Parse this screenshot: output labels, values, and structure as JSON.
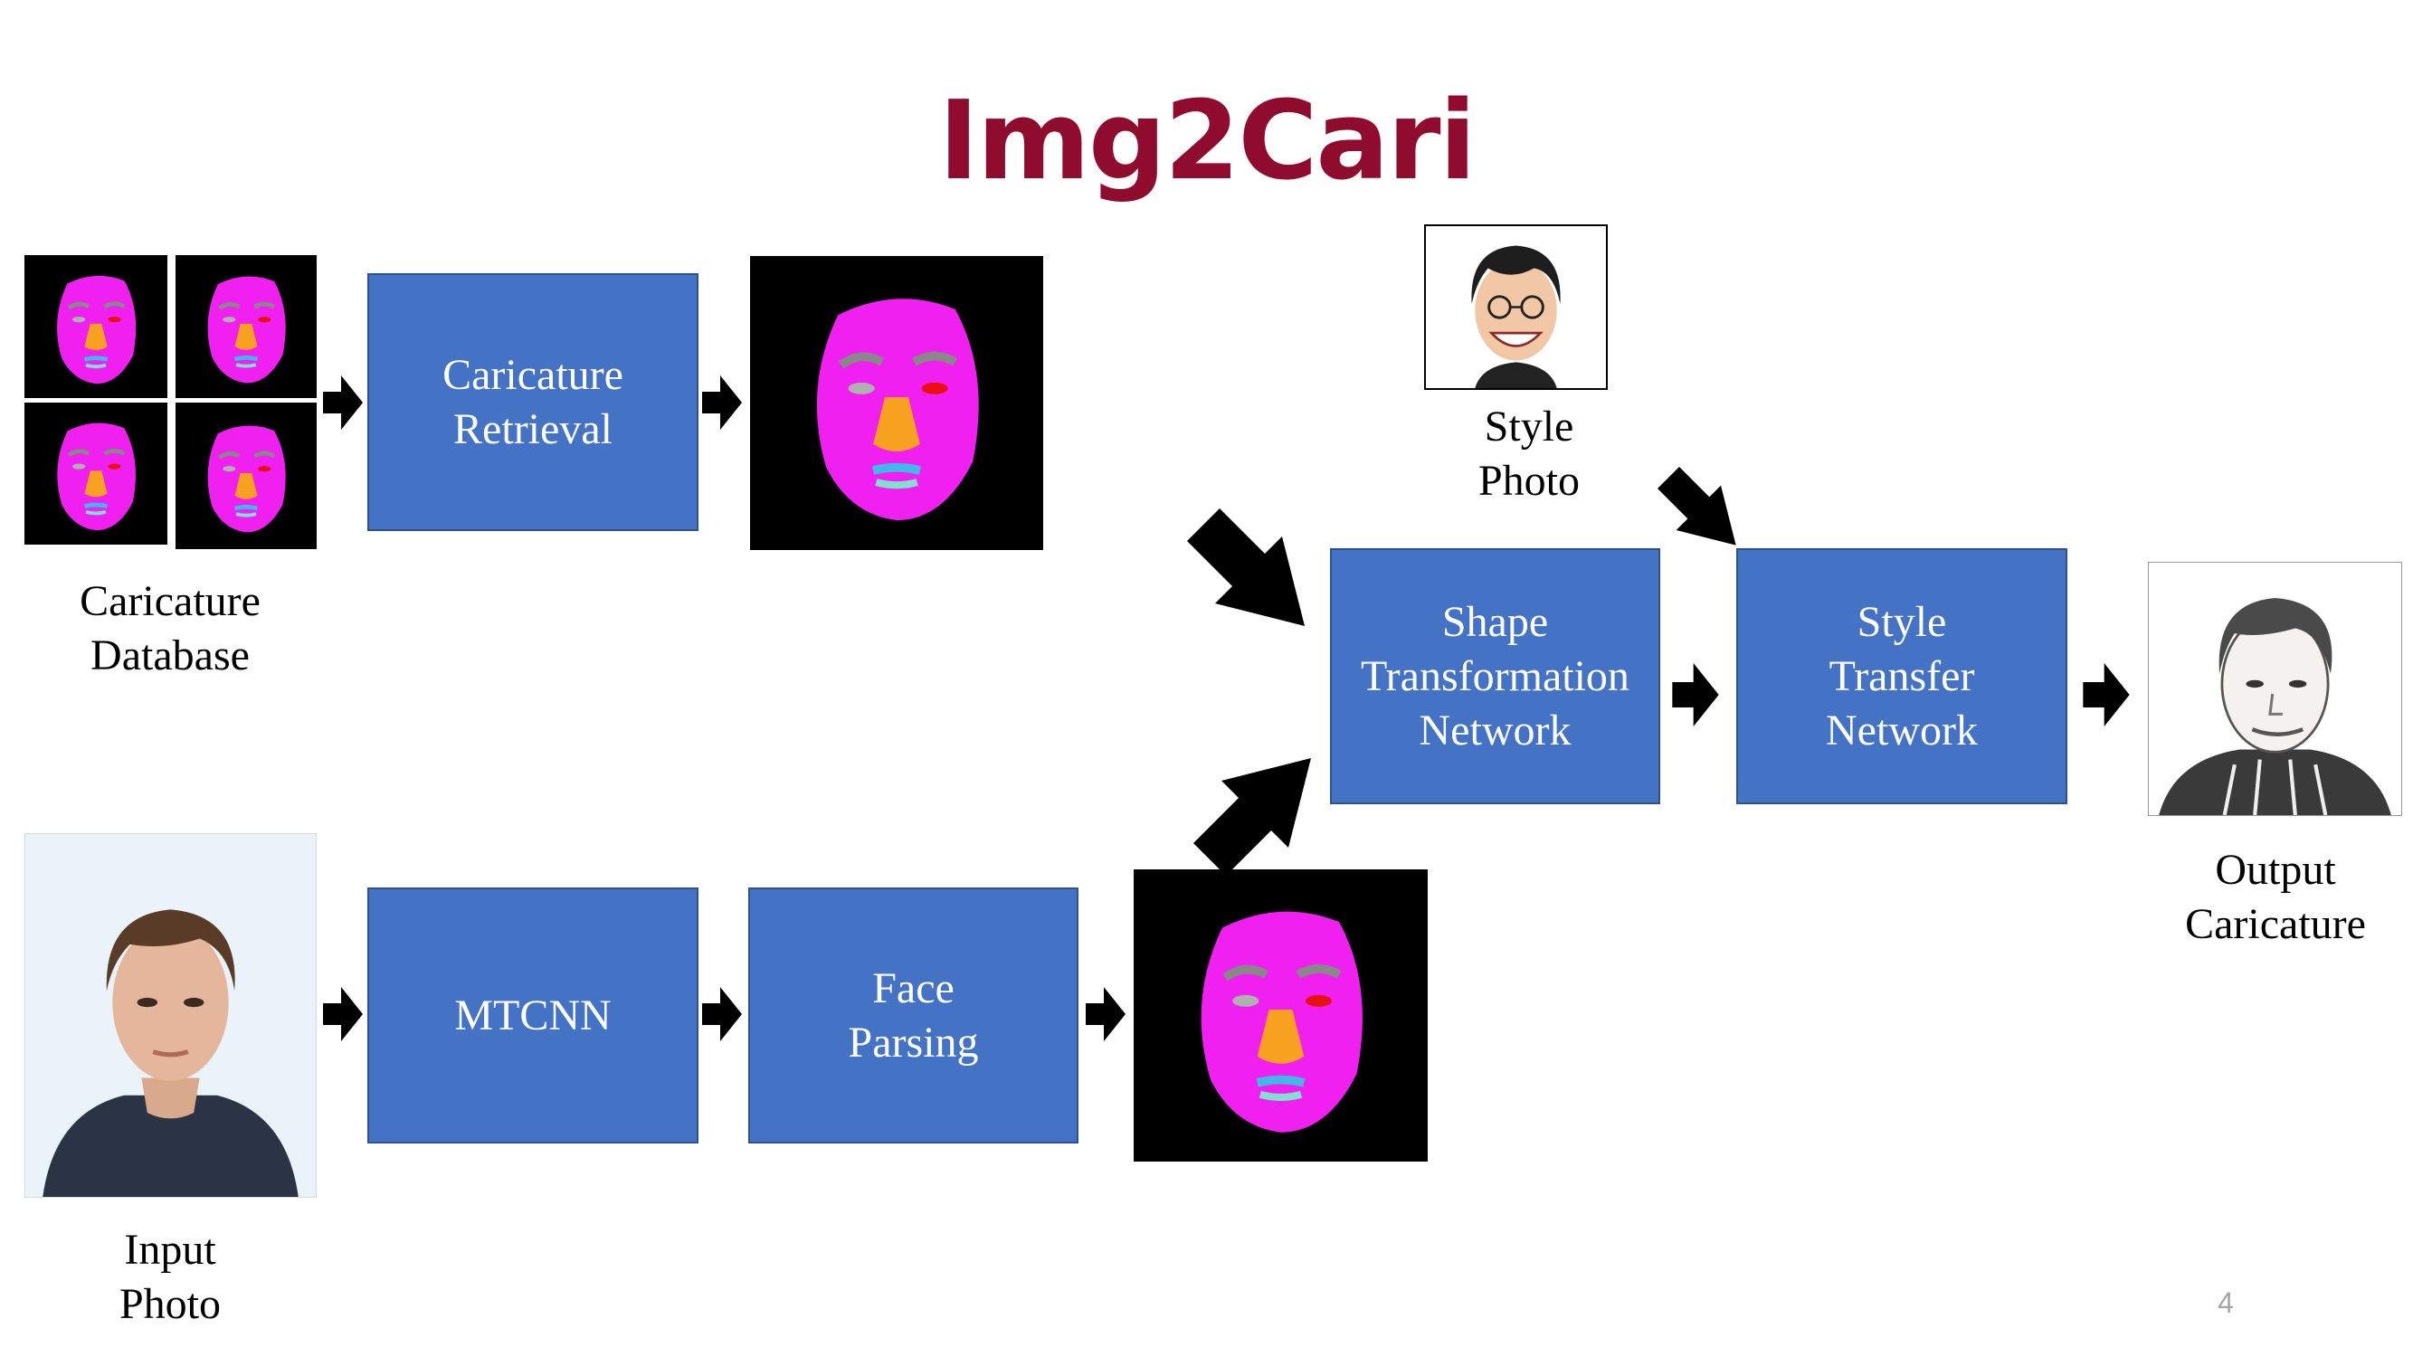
{
  "title": "Img2Cari",
  "nodes": {
    "caricature_retrieval": [
      "Caricature",
      "Retrieval"
    ],
    "mtcnn": [
      "MTCNN"
    ],
    "face_parsing": [
      "Face",
      "Parsing"
    ],
    "shape_transformation_network": [
      "Shape",
      "Transformation",
      "Network"
    ],
    "style_transfer_network": [
      "Style",
      "Transfer",
      "Network"
    ]
  },
  "labels": {
    "caricature_database": [
      "Caricature",
      "Database"
    ],
    "style_photo": [
      "Style",
      "Photo"
    ],
    "input_photo": [
      "Input",
      "Photo"
    ],
    "output_caricature": [
      "Output",
      "Caricature"
    ]
  },
  "page_number": "4",
  "colors": {
    "title": "#900c2f",
    "box_fill": "#4472c4",
    "box_border": "#2f528f",
    "segmap_face": "#f020f0",
    "segmap_nose": "#f8a020",
    "segmap_brow": "#888888",
    "segmap_eye_right": "#e81010",
    "segmap_mouth": "#40b8e8",
    "arrow": "#000000"
  }
}
